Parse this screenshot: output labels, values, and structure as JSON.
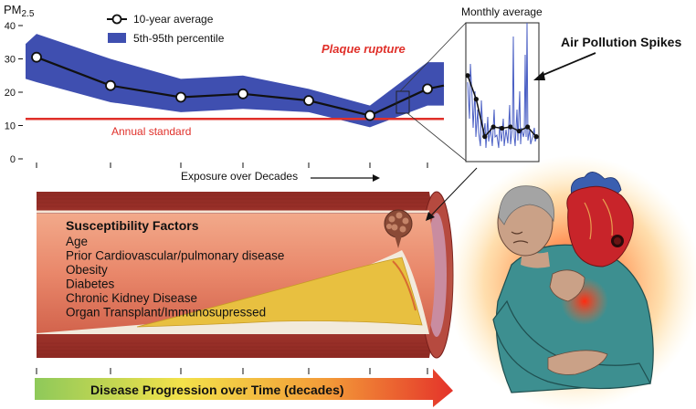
{
  "chart_data": {
    "type": "line",
    "ylabel_main": "PM",
    "ylabel_sub": "2.5",
    "ylim": [
      0,
      40
    ],
    "yticks": [
      0,
      10,
      20,
      30,
      40
    ],
    "x": [
      1,
      2,
      3,
      4,
      5,
      6,
      7
    ],
    "xlabel": "Exposure over Decades",
    "series": [
      {
        "name": "10-year average",
        "values": [
          30.5,
          22,
          18.5,
          19.5,
          17.5,
          13,
          21
        ]
      },
      {
        "name": "5th-95th percentile",
        "lower": [
          23,
          17,
          14,
          15,
          14,
          9.5,
          16
        ],
        "upper": [
          37.5,
          30,
          24,
          25,
          21,
          16,
          29
        ]
      }
    ],
    "reference_line": {
      "label": "Annual standard",
      "value": 12
    },
    "annotation": "Plaque rupture"
  },
  "inset": {
    "title": "Monthly average",
    "points": [
      0.62,
      0.45,
      0.18,
      0.25,
      0.24,
      0.25,
      0.22,
      0.25,
      0.18
    ]
  },
  "callout": {
    "label": "Air Pollution Spikes"
  },
  "artery": {
    "heading": "Susceptibility Factors",
    "factors": [
      "Age",
      "Prior Cardiovascular/pulmonary disease",
      "Obesity",
      "Diabetes",
      "Chronic Kidney Disease",
      "Organ Transplant/Immunosupressed"
    ]
  },
  "timeline": {
    "label": "Disease Progression over Time (decades)"
  },
  "colors": {
    "band": "#3f4fb0",
    "line": "#111111",
    "standard": "#e0302a",
    "rupture": "#e0302a",
    "artery_wall": "#a5372e",
    "plaque": "#e8c040"
  }
}
